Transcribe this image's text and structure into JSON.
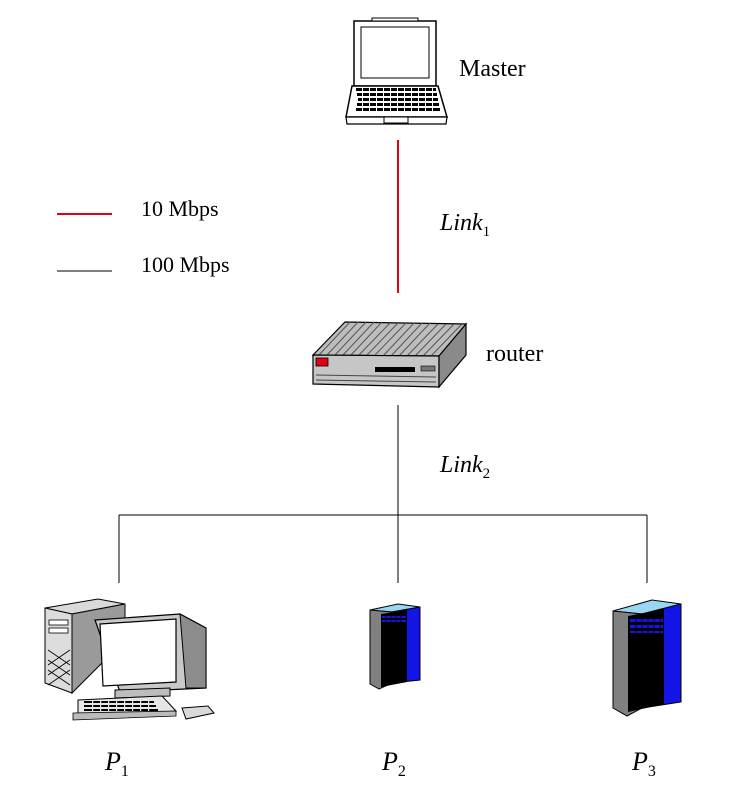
{
  "legend": {
    "items": [
      {
        "label": "10 Mbps",
        "color": "#e3000f"
      },
      {
        "label": "100 Mbps",
        "color": "#000000"
      }
    ]
  },
  "nodes": {
    "master": {
      "label": "Master",
      "icon": "laptop-icon"
    },
    "router": {
      "label": "router",
      "icon": "router-icon"
    },
    "p1": {
      "label": "P",
      "sub": "1",
      "icon": "desktop-computer-icon"
    },
    "p2": {
      "label": "P",
      "sub": "2",
      "icon": "server-tower-icon"
    },
    "p3": {
      "label": "P",
      "sub": "3",
      "icon": "server-tower-icon"
    }
  },
  "links": {
    "link1": {
      "label": "Link",
      "sub": "1",
      "color": "#e3000f"
    },
    "link2": {
      "label": "Link",
      "sub": "2",
      "color": "#000000"
    }
  },
  "colors": {
    "server_blue": "#1414e6",
    "server_light": "#9ad6f2"
  }
}
